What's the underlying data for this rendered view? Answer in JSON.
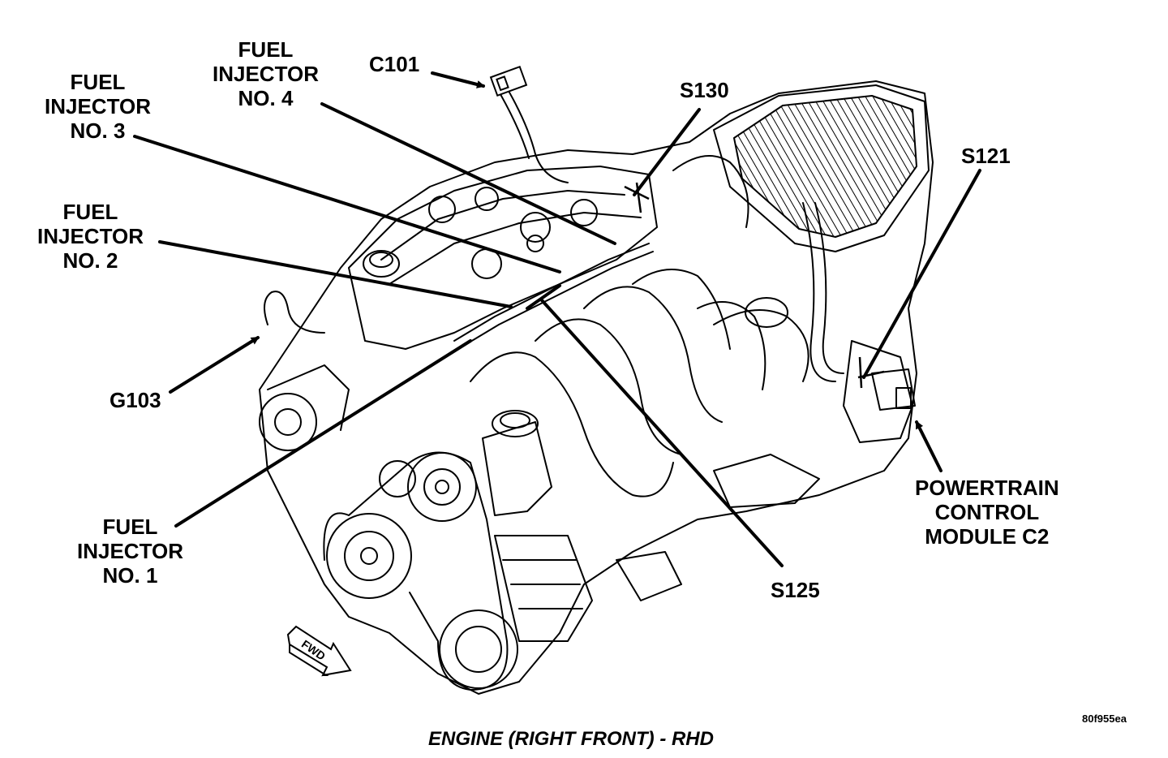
{
  "diagram": {
    "caption": "ENGINE (RIGHT FRONT) - RHD",
    "figure_id": "80f955ea",
    "fwd_marker": "FWD",
    "labels": {
      "c101": "C101",
      "s130": "S130",
      "s121": "S121",
      "s125": "S125",
      "g103": "G103",
      "fuel_injector_1": [
        "FUEL",
        "INJECTOR",
        "NO. 1"
      ],
      "fuel_injector_2": [
        "FUEL",
        "INJECTOR",
        "NO. 2"
      ],
      "fuel_injector_3": [
        "FUEL",
        "INJECTOR",
        "NO. 3"
      ],
      "fuel_injector_4": [
        "FUEL",
        "INJECTOR",
        "NO. 4"
      ],
      "pcm_c2": [
        "POWERTRAIN",
        "CONTROL",
        "MODULE C2"
      ]
    }
  }
}
